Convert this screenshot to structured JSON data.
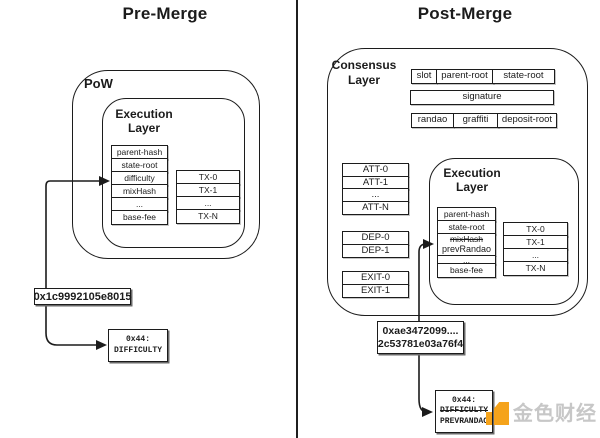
{
  "pre": {
    "title": "Pre-Merge",
    "pow_label": "PoW",
    "exec_label": [
      "Execution",
      "Layer"
    ],
    "fields": [
      "parent-hash",
      "state-root",
      "difficulty",
      "mixHash",
      "...",
      "base-fee"
    ],
    "txs": [
      "TX-0",
      "TX-1",
      "...",
      "TX-N"
    ],
    "hash_value": "0x1c9992105e8015",
    "storage_slot": [
      "0x44:",
      "DIFFICULTY"
    ]
  },
  "post": {
    "title": "Post-Merge",
    "consensus_label": [
      "Consensus",
      "Layer"
    ],
    "row_slot": [
      "slot",
      "parent-root",
      "state-root"
    ],
    "signature": "signature",
    "row_randao": [
      "randao",
      "graffiti",
      "deposit-root"
    ],
    "atts": [
      "ATT-0",
      "ATT-1",
      "...",
      "ATT-N"
    ],
    "deps": [
      "DEP-0",
      "DEP-1"
    ],
    "exits": [
      "EXIT-0",
      "EXIT-1"
    ],
    "exec_label": [
      "Execution",
      "Layer"
    ],
    "fields_head": [
      "parent-hash",
      "state-root"
    ],
    "mixhash_old": "mixHash",
    "mixhash_new": "prevRandao",
    "fields_tail": [
      "...",
      "base-fee"
    ],
    "txs": [
      "TX-0",
      "TX-1",
      "...",
      "TX-N"
    ],
    "hash_value": [
      "0xae3472099....",
      "2c53781e03a76f4"
    ],
    "storage_slot": [
      "0x44:",
      "DIFFICULTY",
      "PREVRANDAO"
    ]
  },
  "watermark": {
    "brand": "金色财经",
    "accent": "’"
  },
  "colors": {
    "ink": "#1c1c1c",
    "watermark_orange": "#F5A31B",
    "watermark_gray": "#c7c7c7"
  }
}
